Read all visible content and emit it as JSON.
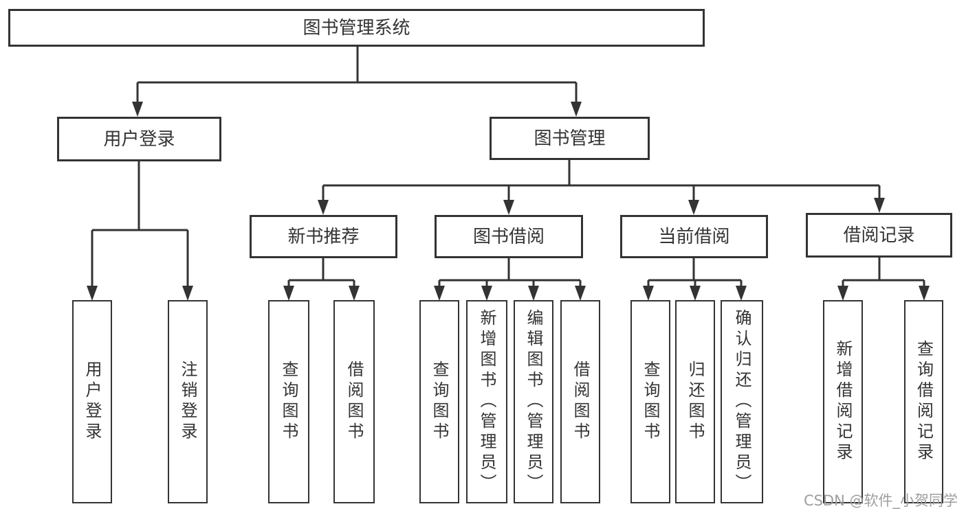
{
  "diagram": {
    "root": {
      "label": "图书管理系统"
    },
    "level2": [
      {
        "label": "用户登录"
      },
      {
        "label": "图书管理"
      }
    ],
    "level3": [
      {
        "label": "新书推荐"
      },
      {
        "label": "图书借阅"
      },
      {
        "label": "当前借阅"
      },
      {
        "label": "借阅记录"
      }
    ],
    "leaves": {
      "user_login": [
        {
          "label": "用户登录"
        },
        {
          "label": "注销登录"
        }
      ],
      "new_book_rec": [
        {
          "label": "查询图书"
        },
        {
          "label": "借阅图书"
        }
      ],
      "book_borrow": [
        {
          "label": "查询图书"
        },
        {
          "label": "新增图书（管理员）"
        },
        {
          "label": "编辑图书（管理员）"
        },
        {
          "label": "借阅图书"
        }
      ],
      "current_borrow": [
        {
          "label": "查询图书"
        },
        {
          "label": "归还图书"
        },
        {
          "label": "确认归还（管理员）"
        }
      ],
      "borrow_records": [
        {
          "label": "新增借阅记录"
        },
        {
          "label": "查询借阅记录"
        }
      ]
    }
  },
  "watermark": {
    "text": "CSDN @软件_小贺同学"
  },
  "colors": {
    "line": "#333333",
    "box_border": "#333333",
    "text": "#333333",
    "watermark": "#9e9e9e",
    "background": "#ffffff"
  }
}
